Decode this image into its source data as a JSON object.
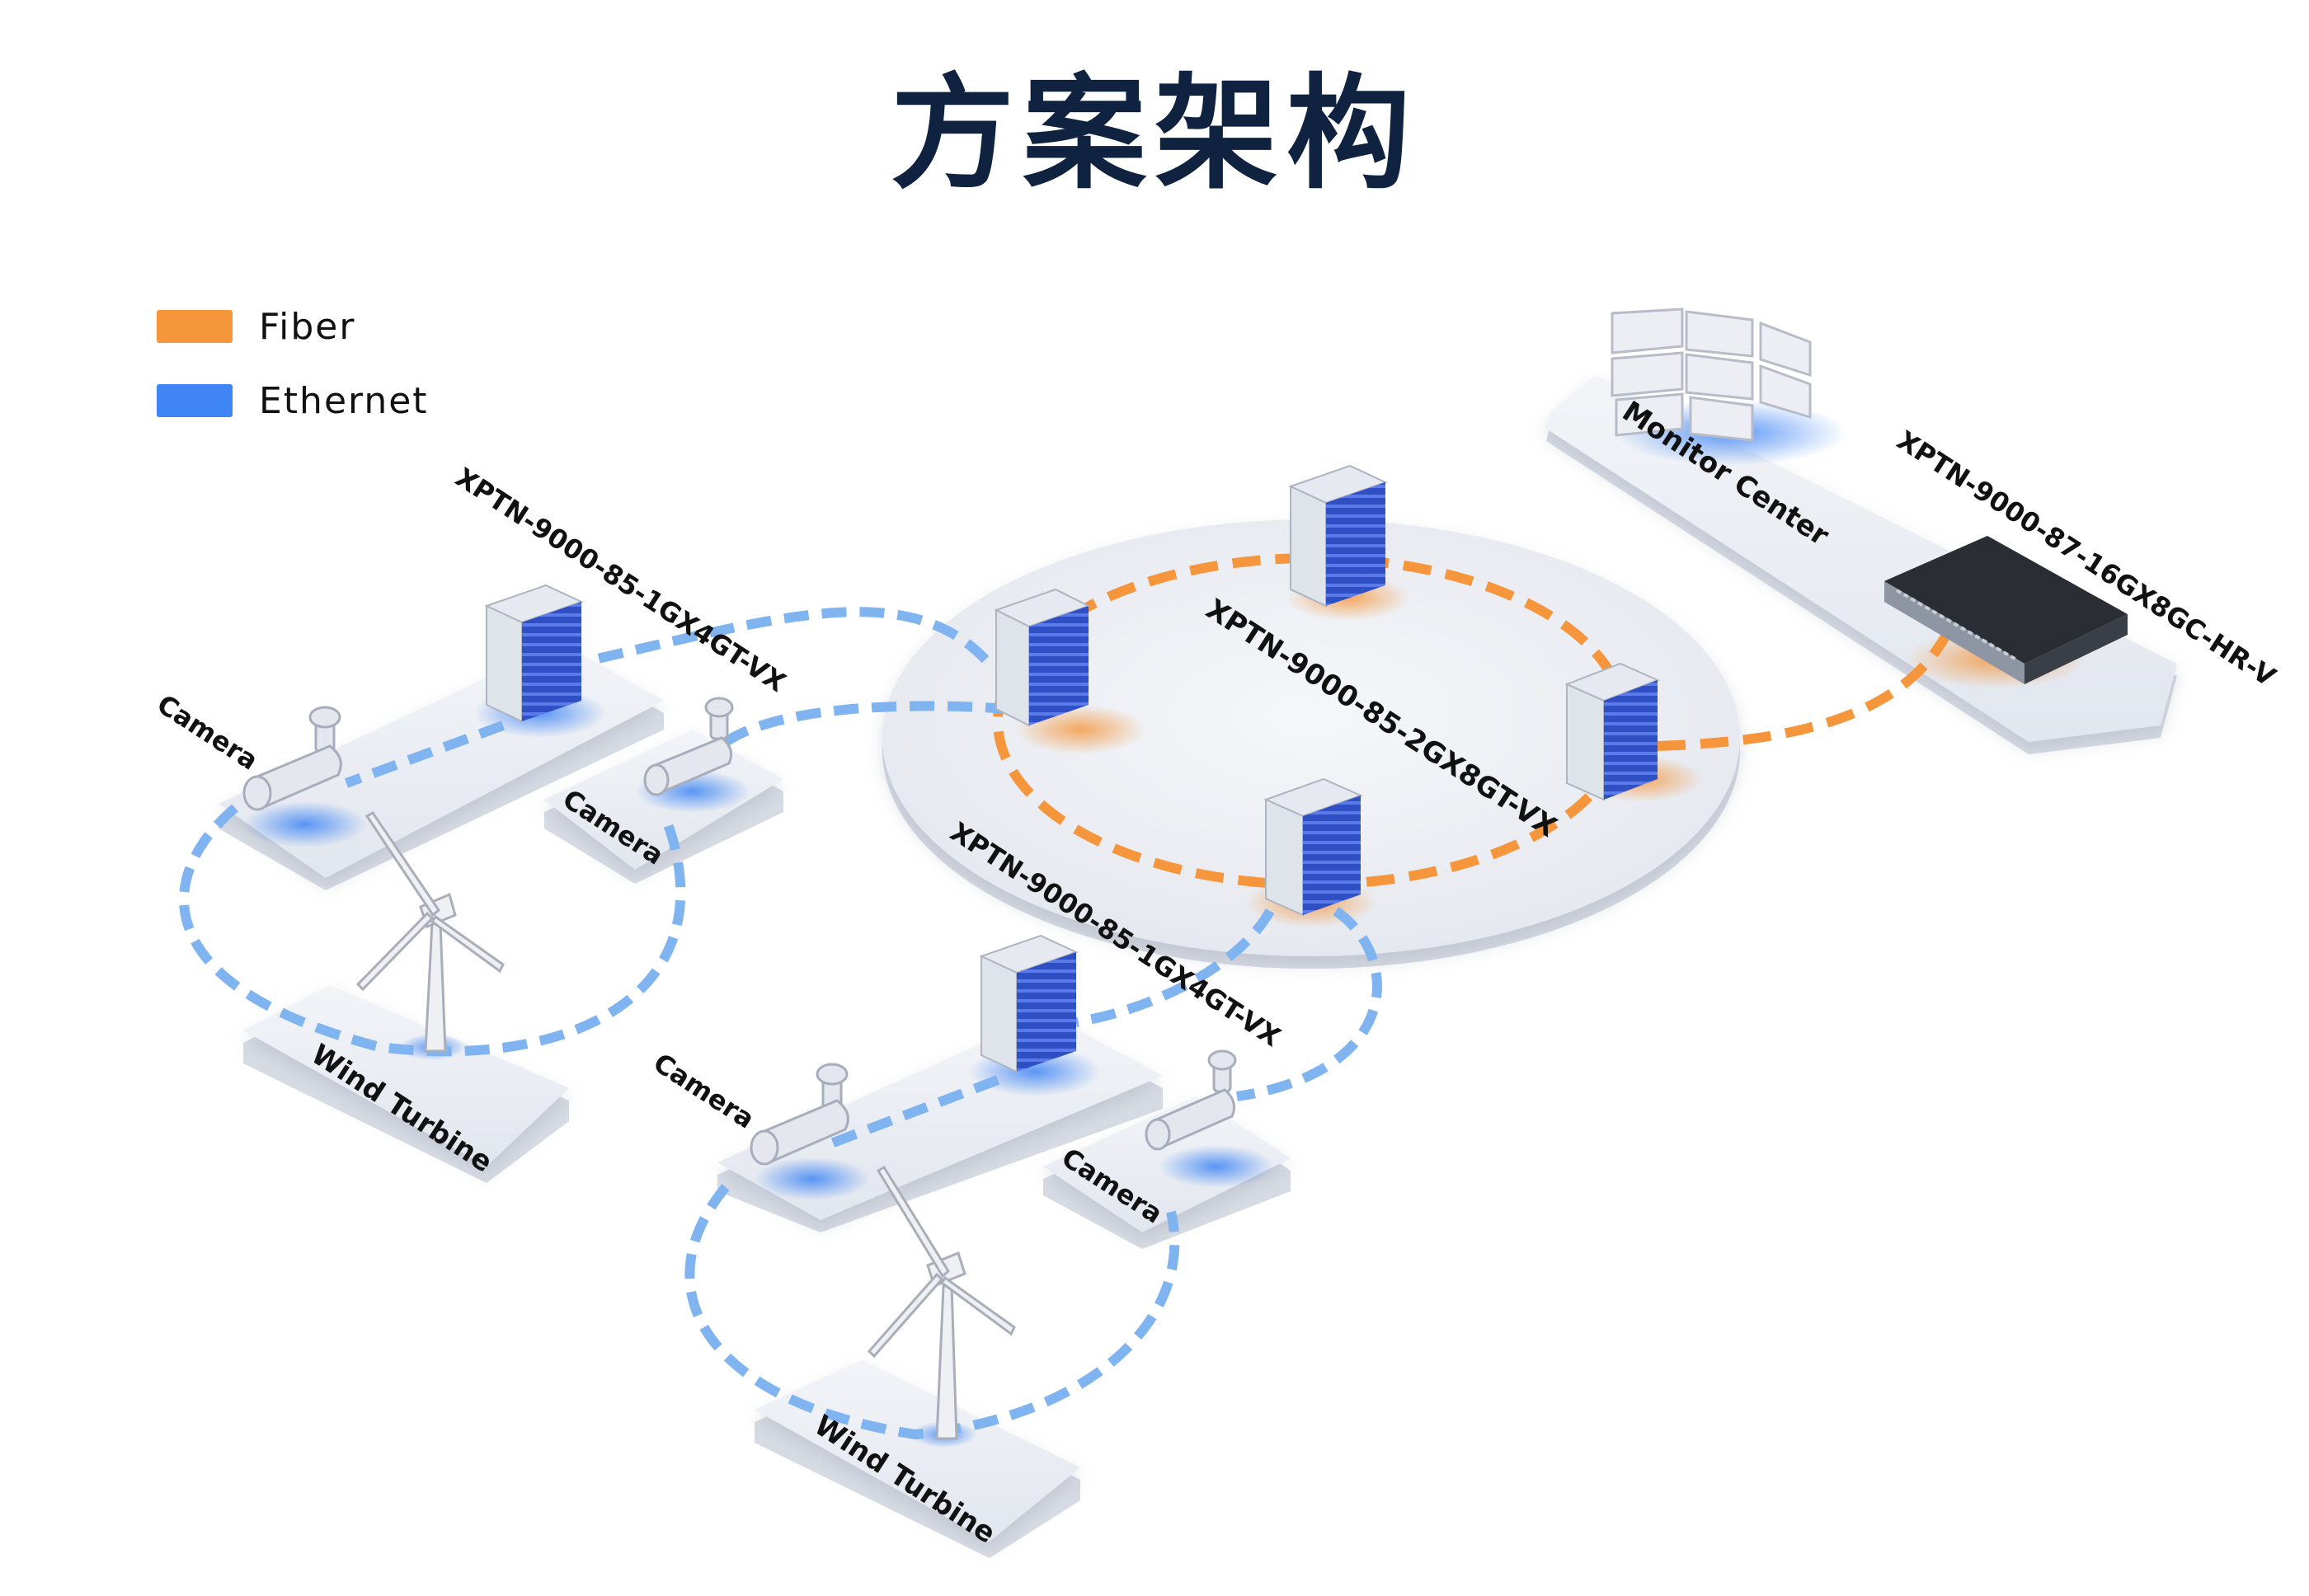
{
  "title": "方案架构",
  "legend": {
    "items": [
      {
        "label": "Fiber",
        "color": "#f5963c"
      },
      {
        "label": "Ethernet",
        "color": "#3f85f5"
      }
    ]
  },
  "labels": {
    "core_ring": "XPTN-9000-85-2GX8GT-VX",
    "monitor_center": "Monitor Center",
    "core_switch": "XPTN-9000-87-16GX8GC-HR-V",
    "site1_switch": "XPTN-9000-85-1GX4GT-VX",
    "site1_camera_a": "Camera",
    "site1_camera_b": "Camera",
    "site1_wind": "Wind Turbine",
    "site2_switch": "XPTN-9000-85-1GX4GT-VX",
    "site2_camera_a": "Camera",
    "site2_camera_b": "Camera",
    "site2_wind": "Wind Turbine"
  },
  "colors": {
    "fiber": "#f5963c",
    "ethernet": "#7fb4f0",
    "device_blue": "#2f4fc4",
    "platform": "#e9ecf2",
    "title": "#0f2340"
  }
}
